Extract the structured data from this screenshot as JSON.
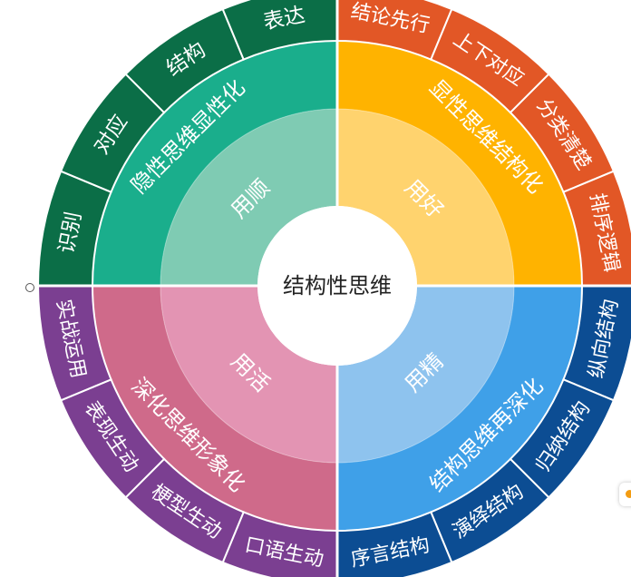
{
  "center": {
    "label": "结构性思维"
  },
  "quadrants": [
    {
      "id": "top-right",
      "colors": {
        "outer": "#e25726",
        "middle": "#ffb300",
        "inner": "#ffd36e"
      },
      "inner_label": "用好",
      "middle_label": "显性思维结构化",
      "outer_labels": [
        "结论先行",
        "上下对应",
        "分类清楚",
        "排序逻辑"
      ]
    },
    {
      "id": "bottom-right",
      "colors": {
        "outer": "#0c4d93",
        "middle": "#3fa0e8",
        "inner": "#8ec3ee"
      },
      "inner_label": "用精",
      "middle_label": "结构思维再深化",
      "outer_labels": [
        "纵向结构",
        "归纳结构",
        "演绎结构",
        "序言结构"
      ]
    },
    {
      "id": "bottom-left",
      "colors": {
        "outer": "#7b3f91",
        "middle": "#cf6a8a",
        "inner": "#e394b3"
      },
      "inner_label": "用活",
      "middle_label": "深化思维形象化",
      "outer_labels": [
        "口语生动",
        "梗型生动",
        "表现生动",
        "实战运用"
      ]
    },
    {
      "id": "top-left",
      "colors": {
        "outer": "#0b6e47",
        "middle": "#1aae8c",
        "inner": "#7fcbb3"
      },
      "inner_label": "用顺",
      "middle_label": "隐性思维显性化",
      "outer_labels": [
        "识别",
        "对应",
        "结构",
        "表达"
      ]
    }
  ]
}
